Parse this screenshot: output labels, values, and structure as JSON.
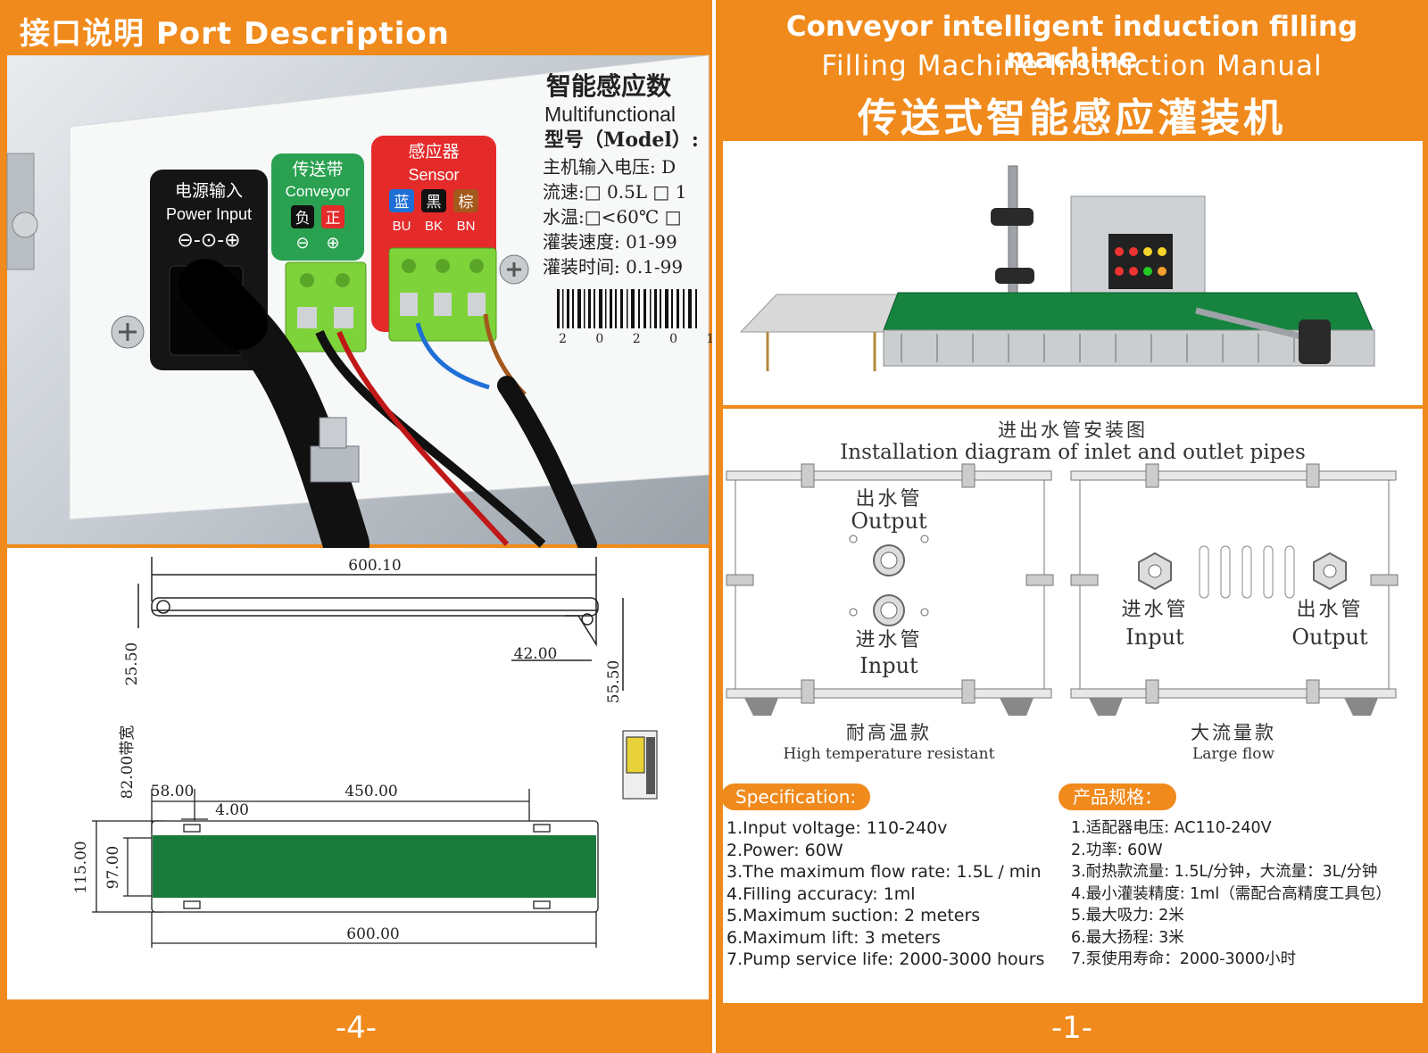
{
  "left_page": {
    "header": "接口说明 Port Description",
    "photo": {
      "nameplate_lines": [
        "智能感应数",
        "Multifunctional",
        "型号（Model）:",
        "主机输入电压: D",
        "流速:□ 0.5L □ 1",
        "水温:□<60℃ □",
        "灌装速度: 01-99",
        "灌装时间: 0.1-99"
      ],
      "barcode_digits": "2 0 2 0 1",
      "power_label_cn": "电源输入",
      "power_label_en": "Power Input",
      "power_symbol": "⊖-⊙-⊕",
      "conveyor_label_cn": "传送带",
      "conveyor_label_en": "Conveyor",
      "conveyor_neg": "负",
      "conveyor_pos": "正",
      "conveyor_neg_sym": "⊖",
      "conveyor_pos_sym": "⊕",
      "sensor_label_cn": "感应器",
      "sensor_label_en": "Sensor",
      "sensor_colors_cn": [
        "蓝",
        "黑",
        "棕"
      ],
      "sensor_codes": [
        "BU",
        "BK",
        "BN"
      ]
    },
    "drawing": {
      "dims": [
        "600.10",
        "25.50",
        "42.00",
        "55.50",
        "82.00带宽",
        "58.00",
        "450.00",
        "4.00",
        "115.00",
        "97.00",
        "600.00"
      ]
    },
    "page_number": "-4-"
  },
  "right_page": {
    "title_line1": "Conveyor intelligent induction filling machine",
    "title_line2": "Filling Machine Instruction Manual",
    "title_line3": "传送式智能感应灌装机",
    "diagram": {
      "title_cn": "进出水管安装图",
      "title_en": "Installation diagram of inlet and outlet pipes",
      "left_output_cn": "出水管",
      "left_output_en": "Output",
      "left_input_cn": "进水管",
      "left_input_en": "Input",
      "right_input_cn": "进水管",
      "right_input_en": "Input",
      "right_output_cn": "出水管",
      "right_output_en": "Output",
      "left_caption_cn": "耐高温款",
      "left_caption_en": "High temperature resistant",
      "right_caption_cn": "大流量款",
      "right_caption_en": "Large flow"
    },
    "spec_en_label": "Specification:",
    "spec_cn_label": "产品规格：",
    "spec_en": [
      "1.Input voltage: 110-240v",
      "2.Power: 60W",
      "3.The maximum flow rate: 1.5L / min",
      "4.Filling accuracy: 1ml",
      "5.Maximum suction: 2 meters",
      "6.Maximum lift: 3 meters",
      "7.Pump service life: 2000-3000 hours"
    ],
    "spec_cn": [
      "1.适配器电压: AC110-240V",
      "2.功率: 60W",
      "3.耐热款流量: 1.5L/分钟，大流量：3L/分钟",
      "4.最小灌装精度: 1ml（需配合高精度工具包）",
      "5.最大吸力: 2米",
      "6.最大扬程: 3米",
      "7.泵使用寿命：2000-3000小时"
    ],
    "page_number": "-1-"
  },
  "colors": {
    "accent_orange": "#f08a1c",
    "belt_green": "#1a7a3c",
    "terminal_green": "#7ed33a",
    "conveyor_label_green": "#2aa150",
    "sensor_label_red": "#e52a2a",
    "power_label_black": "#151515"
  }
}
